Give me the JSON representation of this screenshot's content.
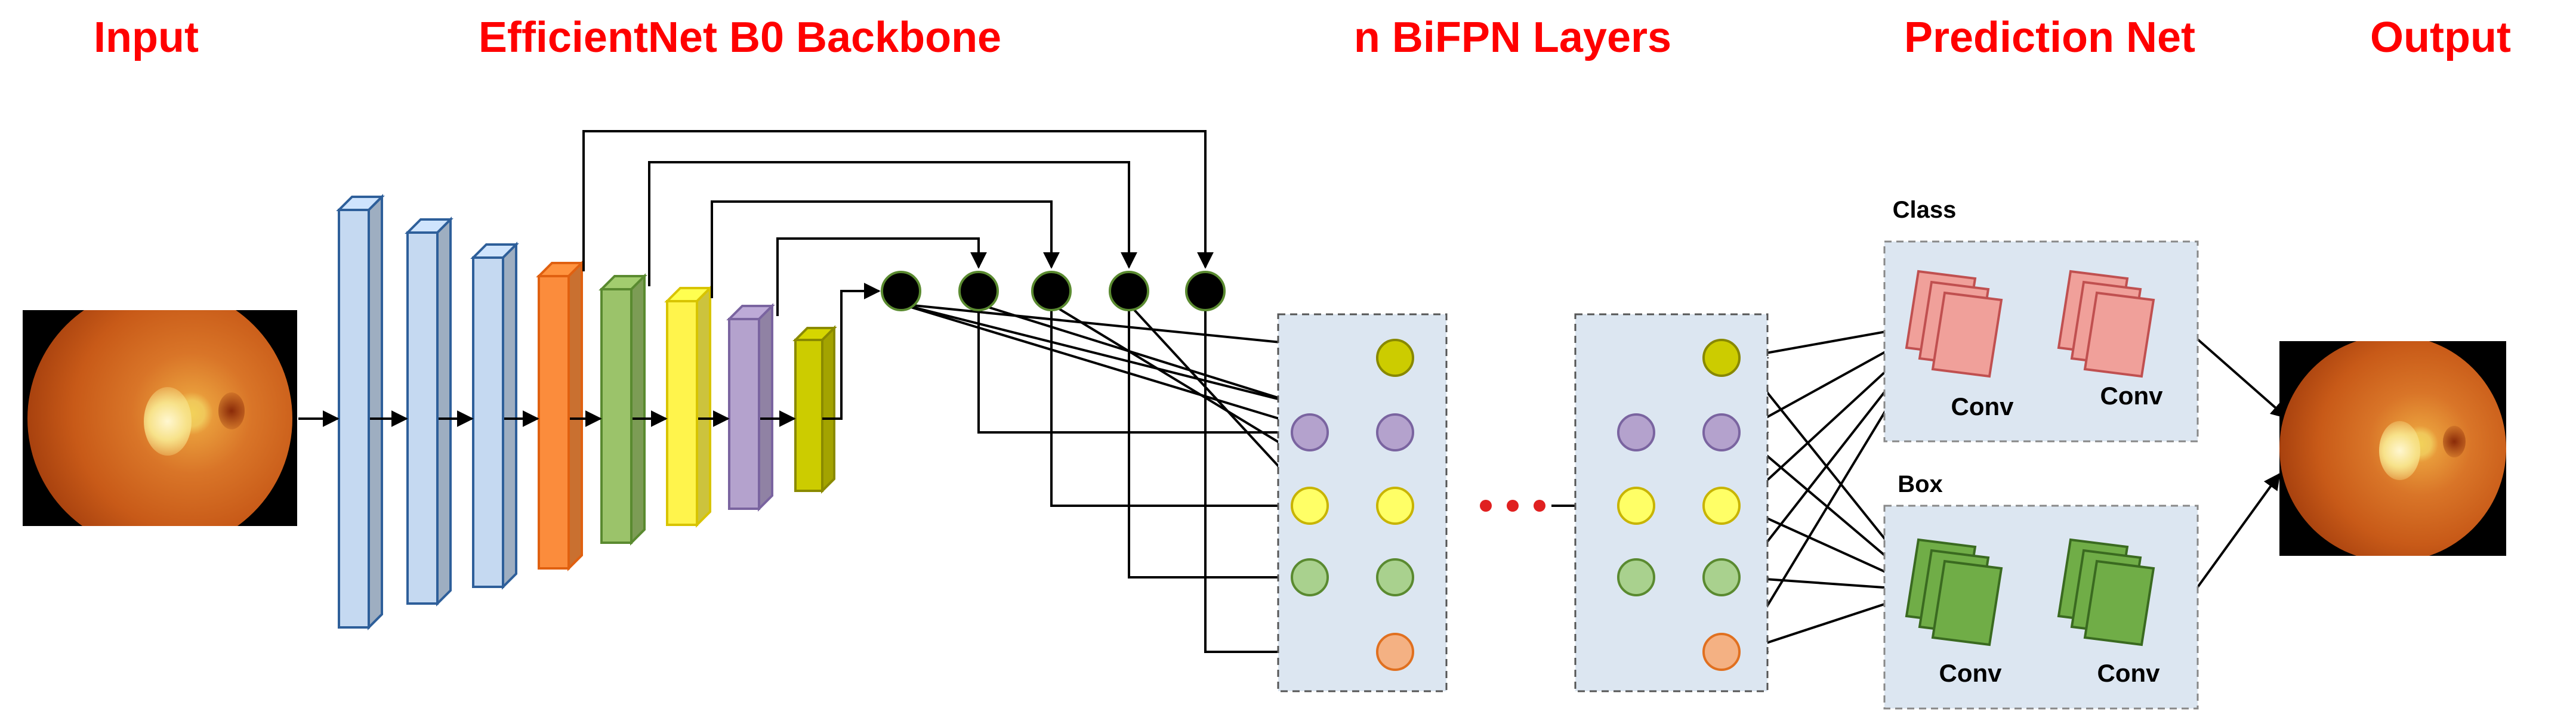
{
  "stages": {
    "input": "Input",
    "backbone": "EfficientNet B0 Backbone",
    "bifpn": "n BiFPN Layers",
    "prediction": "Prediction Net",
    "output": "Output"
  },
  "prediction_net": {
    "class_label": "Class",
    "box_label": "Box",
    "class_conv_1": "Conv",
    "class_conv_2": "Conv",
    "box_conv_1": "Conv",
    "box_conv_2": "Conv"
  },
  "colors": {
    "title": "#ff0000",
    "backbone_blue": "#c5d9f1",
    "backbone_blue_edge": "#2e5f9a",
    "orange": "#fb8c3c",
    "green": "#9bc36a",
    "yellow": "#fff44c",
    "purple": "#b4a2cd",
    "olive": "#cccc00",
    "bifpn_panel": "#dce6f1",
    "node_yellow": "#cccc00",
    "node_purple": "#b4a2cd",
    "node_lightyellow": "#ffff66",
    "node_green": "#a9d18e",
    "node_orange": "#f4b183",
    "class_conv": "#f0a09a",
    "box_conv": "#70ad47",
    "ellipsis_dots": "#e02020"
  }
}
